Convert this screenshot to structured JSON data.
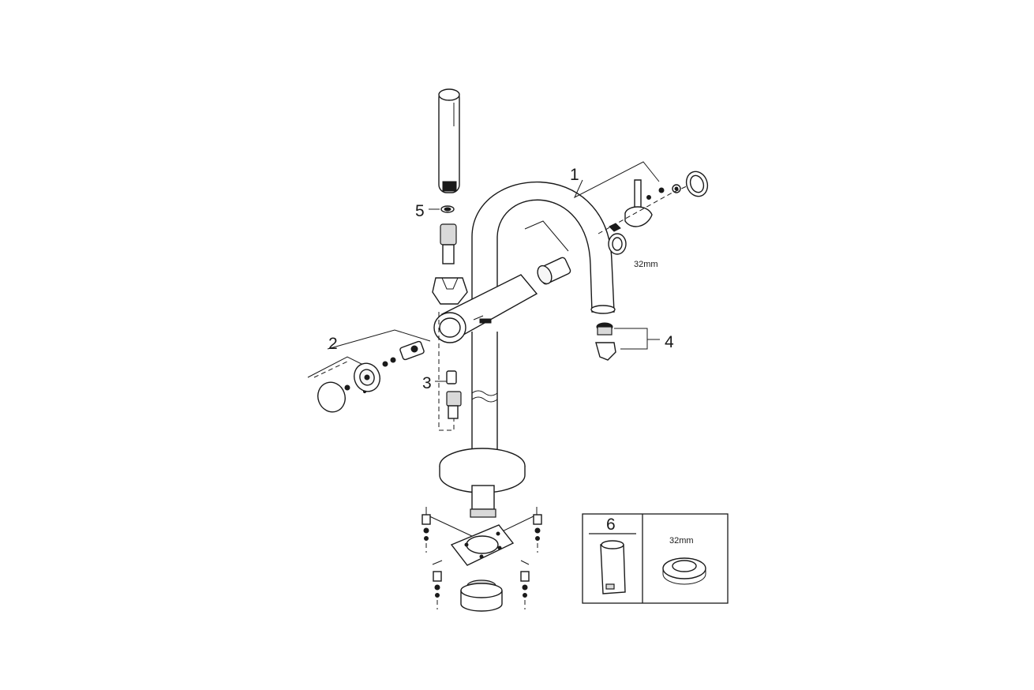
{
  "callouts": {
    "c1": "1",
    "c2": "2",
    "c3": "3",
    "c4": "4",
    "c5": "5",
    "c6": "6"
  },
  "dimension_labels": {
    "nut_size": "32mm",
    "tool_size": "32mm"
  },
  "colors": {
    "line": "#1a1a1a",
    "part_fill": "#f6f6f6",
    "background": "#ffffff"
  }
}
